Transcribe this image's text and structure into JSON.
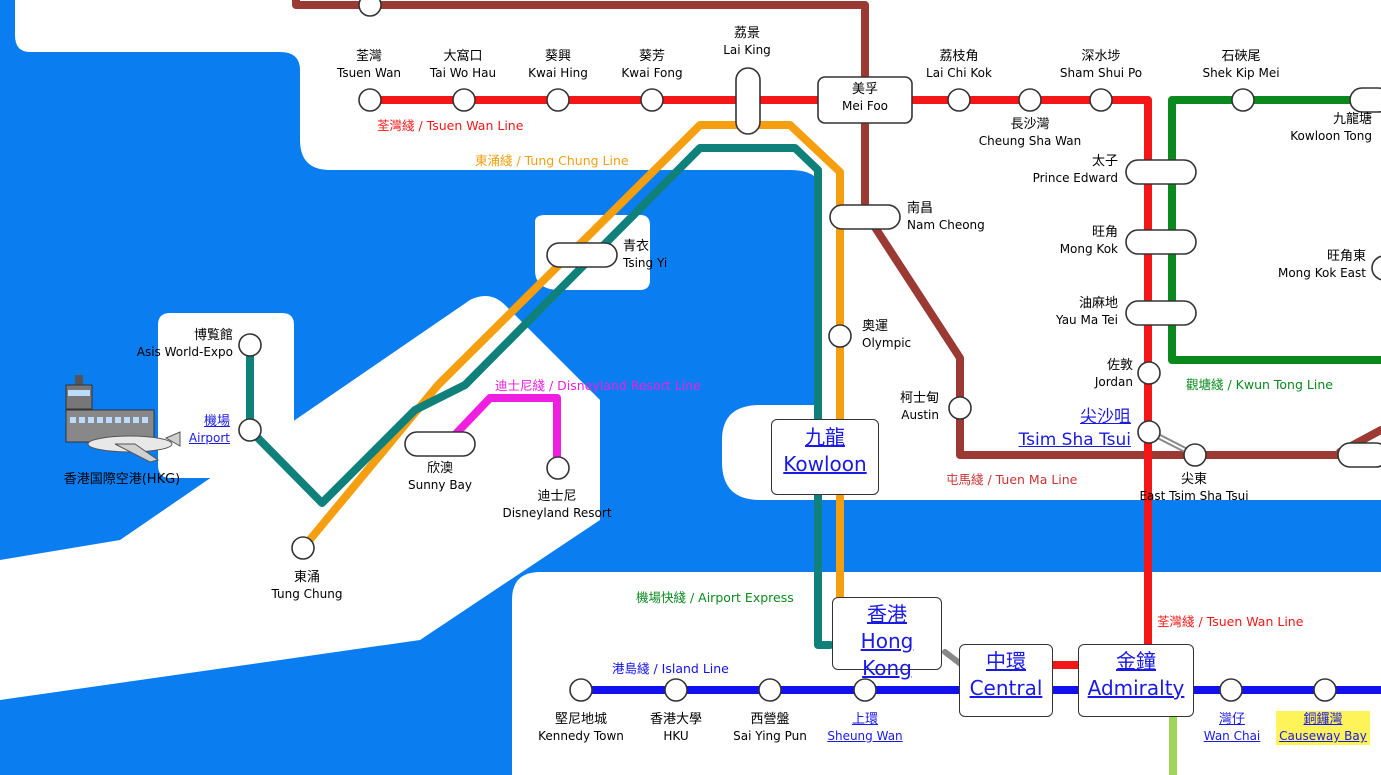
{
  "colors": {
    "sea": "#0a7df0",
    "land": "#ffffff",
    "tsuen_wan": "#f51717",
    "tung_chung": "#f59f10",
    "airport_express": "#10807a",
    "tuen_ma": "#9a3a32",
    "island": "#1111f0",
    "kwun_tong": "#0a8a1e",
    "disney": "#f01ee0",
    "south_island": "#9fd65a"
  },
  "line_labels": {
    "tsuen_wan_top": "荃灣綫 / Tsuen Wan Line",
    "tung_chung": "東涌綫 / Tung Chung Line",
    "disney": "迪士尼綫 / Disneyland Resort Line",
    "kwun_tong": "觀塘綫 / Kwun Tong Line",
    "tuen_ma": "屯馬綫 / Tuen Ma Line",
    "airport_express": "機場快綫 / Airport Express",
    "tsuen_wan_bottom": "荃灣綫 / Tsuen Wan Line",
    "island": "港島綫 / Island Line"
  },
  "stations": {
    "tsuen_wan": {
      "zh": "荃灣",
      "en": "Tsuen Wan"
    },
    "tai_wo_hau": {
      "zh": "大窩口",
      "en": "Tai Wo Hau"
    },
    "kwai_hing": {
      "zh": "葵興",
      "en": "Kwai Hing"
    },
    "kwai_fong": {
      "zh": "葵芳",
      "en": "Kwai Fong"
    },
    "lai_king": {
      "zh": "荔景",
      "en": "Lai King"
    },
    "mei_foo": {
      "zh": "美孚",
      "en": "Mei Foo"
    },
    "lai_chi_kok": {
      "zh": "荔枝角",
      "en": "Lai Chi Kok"
    },
    "cheung_sha_wan": {
      "zh": "長沙灣",
      "en": "Cheung Sha Wan"
    },
    "sham_shui_po": {
      "zh": "深水埗",
      "en": "Sham Shui Po"
    },
    "shek_kip_mei": {
      "zh": "石硤尾",
      "en": "Shek Kip Mei"
    },
    "kowloon_tong": {
      "zh": "九龍塘",
      "en": "Kowloon Tong"
    },
    "prince_edward": {
      "zh": "太子",
      "en": "Prince Edward"
    },
    "mong_kok": {
      "zh": "旺角",
      "en": "Mong Kok"
    },
    "mong_kok_east": {
      "zh": "旺角東",
      "en": "Mong Kok East"
    },
    "yau_ma_tei": {
      "zh": "油麻地",
      "en": "Yau Ma Tei"
    },
    "jordan": {
      "zh": "佐敦",
      "en": "Jordan"
    },
    "tsim_sha_tsui": {
      "zh": "尖沙咀",
      "en": "Tsim Sha Tsui"
    },
    "east_tsim_sha_tsui": {
      "zh": "尖東",
      "en": "East Tsim Sha Tsui"
    },
    "nam_cheong": {
      "zh": "南昌",
      "en": "Nam Cheong"
    },
    "olympic": {
      "zh": "奧運",
      "en": "Olympic"
    },
    "austin": {
      "zh": "柯士甸",
      "en": "Austin"
    },
    "kowloon": {
      "zh": "九龍",
      "en": "Kowloon"
    },
    "tsing_yi": {
      "zh": "青衣",
      "en": "Tsing Yi"
    },
    "asia_world_expo": {
      "zh": "博覧館",
      "en": "Asis World-Expo"
    },
    "airport": {
      "zh": "機場",
      "en": "Airport"
    },
    "hkia": {
      "zh": "香港国際空港(HKG)"
    },
    "sunny_bay": {
      "zh": "欣澳",
      "en": "Sunny Bay"
    },
    "disneyland_resort": {
      "zh": "迪士尼",
      "en": "Disneyland Resort"
    },
    "tung_chung": {
      "zh": "東涌",
      "en": "Tung Chung"
    },
    "hong_kong": {
      "zh": "香港",
      "en": "Hong Kong"
    },
    "central": {
      "zh": "中環",
      "en": "Central"
    },
    "admiralty": {
      "zh": "金鐘",
      "en": "Admiralty"
    },
    "kennedy_town": {
      "zh": "堅尼地城",
      "en": "Kennedy Town"
    },
    "hku": {
      "zh": "香港大學",
      "en": "HKU"
    },
    "sai_ying_pun": {
      "zh": "西營盤",
      "en": "Sai Ying Pun"
    },
    "sheung_wan": {
      "zh": "上環",
      "en": "Sheung Wan"
    },
    "wan_chai": {
      "zh": "灣仔",
      "en": "Wan Chai"
    },
    "causeway_bay": {
      "zh": "銅鑼灣",
      "en": "Causeway Bay"
    }
  }
}
